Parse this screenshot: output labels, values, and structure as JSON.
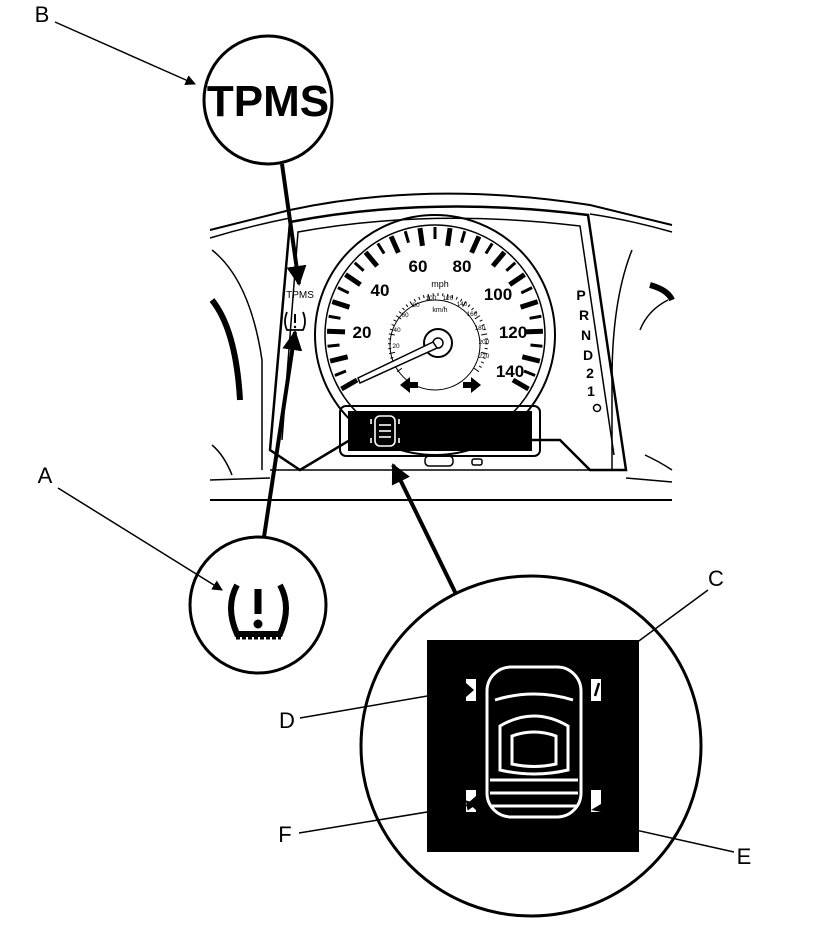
{
  "callouts": {
    "a": "A",
    "b": "B",
    "c": "C",
    "d": "D",
    "e": "E",
    "f": "F"
  },
  "tpms_label": "TPMS",
  "speedometer": {
    "mph_labels": [
      "20",
      "40",
      "60",
      "80",
      "100",
      "120",
      "140"
    ],
    "mph_unit": "mph",
    "kmh_labels": [
      "20",
      "40",
      "60",
      "80",
      "100",
      "120",
      "140",
      "160",
      "180",
      "200",
      "220"
    ],
    "kmh_unit": "km/h"
  },
  "gear_indicator": [
    "P",
    "R",
    "N",
    "D",
    "2",
    "1"
  ],
  "colors": {
    "ink": "#000000",
    "paper": "#ffffff"
  }
}
